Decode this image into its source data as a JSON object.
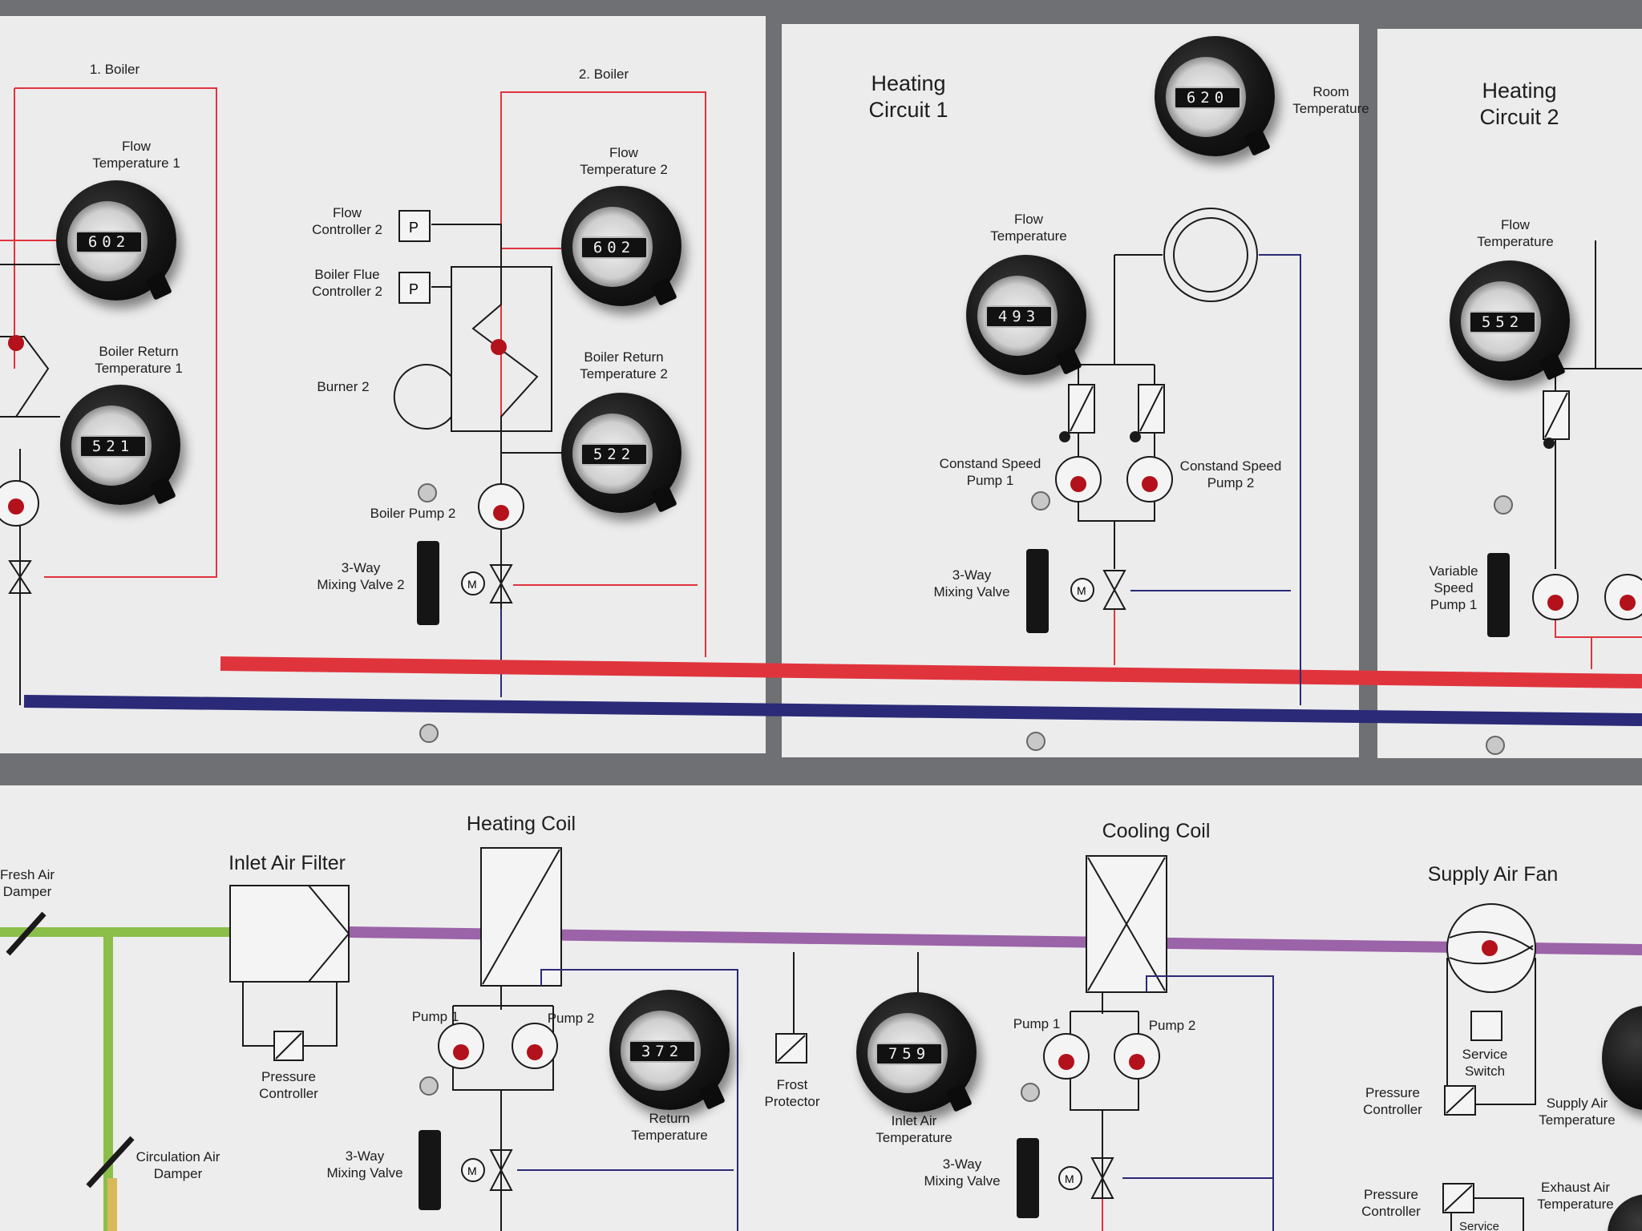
{
  "boiler_panel": {
    "boiler1": {
      "title": "1. Boiler",
      "flow_temp_label": "Flow\nTemperature 1",
      "flow_temp_value": "602",
      "return_temp_label": "Boiler Return\nTemperature 1",
      "return_temp_value": "521"
    },
    "boiler2": {
      "title": "2. Boiler",
      "flow_controller_label": "Flow\nController 2",
      "flue_controller_label": "Boiler Flue\nController 2",
      "burner_label": "Burner 2",
      "flow_temp_label": "Flow\nTemperature 2",
      "flow_temp_value": "602",
      "return_temp_label": "Boiler Return\nTemperature 2",
      "return_temp_value": "522",
      "pump_label": "Boiler Pump 2",
      "valve_label": "3-Way\nMixing Valve 2"
    }
  },
  "heating_circuit_1": {
    "title": "Heating\nCircuit 1",
    "room_temp_label": "Room\nTemperature",
    "room_temp_value": "620",
    "flow_temp_label": "Flow\nTemperature",
    "flow_temp_value": "493",
    "pump1_label": "Constand Speed\nPump 1",
    "pump2_label": "Constand Speed\nPump 2",
    "valve_label": "3-Way\nMixing Valve"
  },
  "heating_circuit_2": {
    "title": "Heating\nCircuit 2",
    "flow_temp_label": "Flow\nTemperature",
    "flow_temp_value": "552",
    "pump_label": "Variable\nSpeed\nPump 1"
  },
  "air_panel": {
    "fresh_air_damper": "Fresh Air\nDamper",
    "circulation_damper": "Circulation Air\nDamper",
    "inlet_filter": "Inlet Air Filter",
    "filter_pressure_controller": "Pressure\nController",
    "heating_coil": "Heating Coil",
    "hc_pump1": "Pump 1",
    "hc_pump2": "Pump 2",
    "hc_valve": "3-Way\nMixing Valve",
    "return_temp_label": "Return\nTemperature",
    "return_temp_value": "372",
    "frost_protector": "Frost\nProtector",
    "inlet_temp_label": "Inlet Air\nTemperature",
    "inlet_temp_value": "759",
    "cooling_coil": "Cooling Coil",
    "cc_pump1": "Pump 1",
    "cc_pump2": "Pump 2",
    "cc_valve": "3-Way\nMixing Valve",
    "supply_fan": "Supply Air Fan",
    "service_switch": "Service\nSwitch",
    "fan_pressure_controller": "Pressure\nController",
    "supply_temp": "Supply Air\nTemperature",
    "lower_pressure_controller": "Pressure\nController",
    "exhaust_temp": "Exhaust Air\nTemperature",
    "service_partial": "Service"
  },
  "colors": {
    "hot_line": "#e0343d",
    "cold_line": "#2a2a78",
    "air_line": "#9b63a8",
    "fresh_air_line": "#8bbf4a",
    "panel": "#ececec",
    "frame": "#6f7073"
  }
}
